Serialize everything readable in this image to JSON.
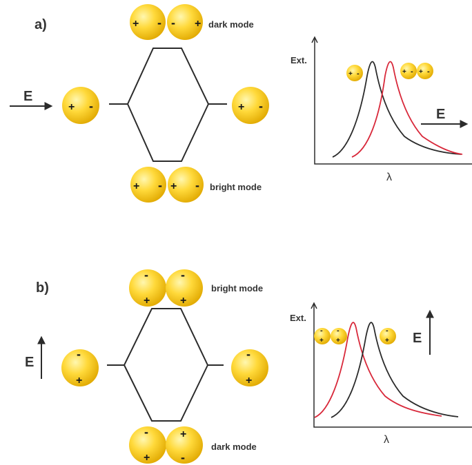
{
  "panels": [
    {
      "label": "a)",
      "field": "E",
      "top_mode": "dark mode",
      "bottom_mode": "bright mode",
      "plot": {
        "ylabel": "Ext.",
        "xlabel": "λ",
        "field": "E"
      }
    },
    {
      "label": "b)",
      "field": "E",
      "top_mode": "bright mode",
      "bottom_mode": "dark mode",
      "plot": {
        "ylabel": "Ext.",
        "xlabel": "λ",
        "field": "E"
      }
    }
  ],
  "signs": {
    "plus": "+",
    "minus": "-"
  },
  "colors": {
    "sphere_core": "#fff7b0",
    "sphere_mid": "#ffd93a",
    "sphere_edge": "#e0a800",
    "line": "#2b2b2b",
    "curve_black": "#2b2b2b",
    "curve_red": "#d8283a"
  }
}
